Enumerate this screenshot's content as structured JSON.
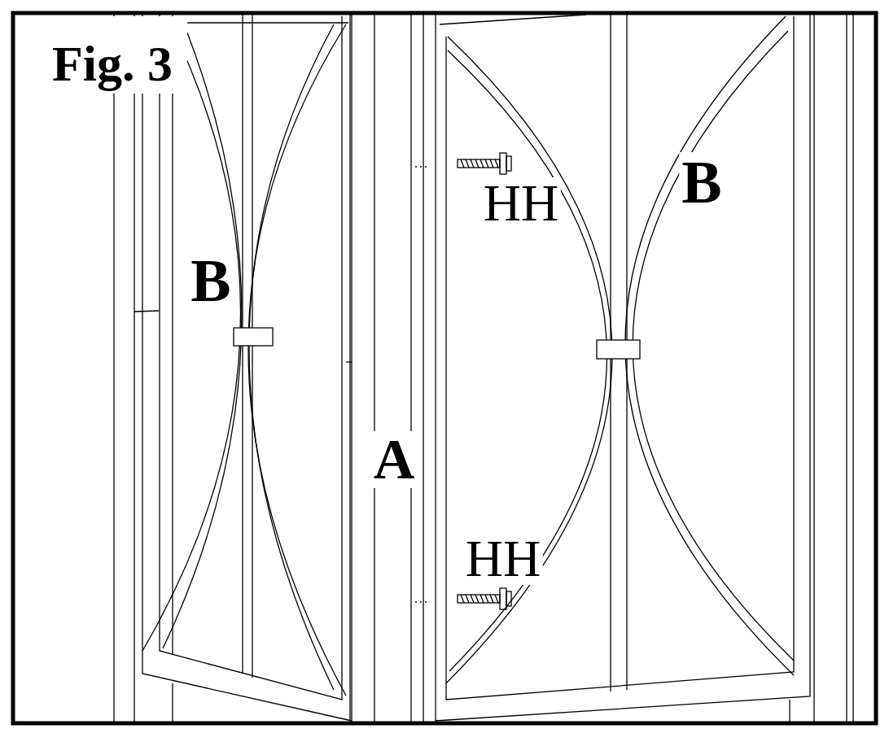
{
  "diagram": {
    "title": "Fig. 3",
    "labels": [
      "HH",
      "B",
      "B",
      "A",
      "HH"
    ]
  }
}
